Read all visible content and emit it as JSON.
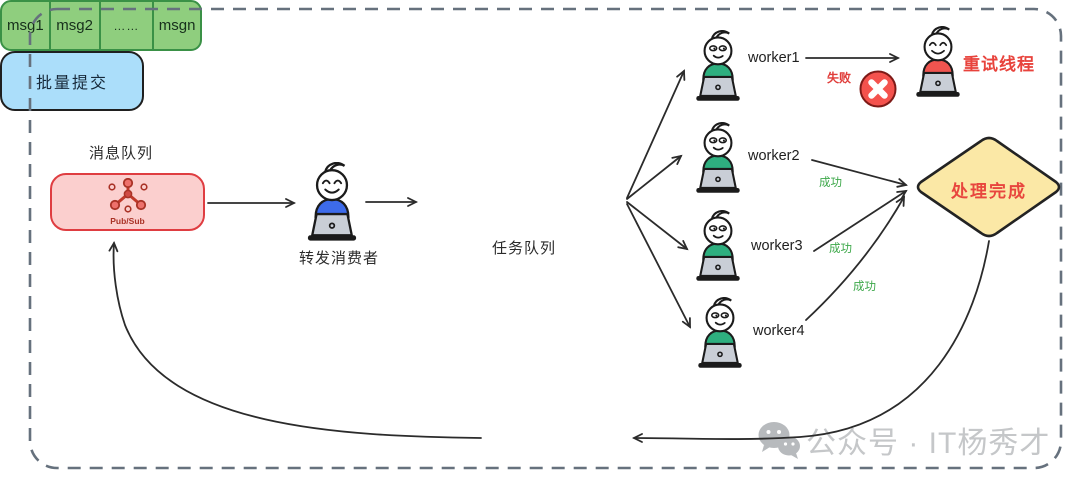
{
  "diagram": {
    "message_queue": {
      "title": "消息队列",
      "badge": "Pub/Sub"
    },
    "forward_consumer": {
      "label": "转发消费者"
    },
    "task_queue": {
      "label": "任务队列",
      "cells": [
        "msg1",
        "msg2",
        "……",
        "msgn"
      ]
    },
    "workers": [
      {
        "label": "worker1"
      },
      {
        "label": "worker2"
      },
      {
        "label": "worker3"
      },
      {
        "label": "worker4"
      }
    ],
    "fail": {
      "label": "失败"
    },
    "retry": {
      "label": "重试线程"
    },
    "success": [
      {
        "label": "成功"
      },
      {
        "label": "成功"
      },
      {
        "label": "成功"
      }
    ],
    "complete": {
      "label": "处理完成"
    },
    "batch_commit": {
      "label": "批量提交"
    },
    "watermark": {
      "label": "公众号 · IT杨秀才"
    }
  },
  "colors": {
    "message_queue_fill": "#FBCFCE",
    "message_queue_border": "#DF3D41",
    "task_queue_fill": "#8FCE7E",
    "task_queue_border": "#3A9146",
    "complete_fill": "#FBE8A6",
    "complete_text": "#E8463E",
    "batch_fill": "#ABDEFA",
    "fail_red": "#E03C39",
    "success_green": "#3DA84A",
    "worker_shirt": "#2EAF7F",
    "consumer_shirt": "#3D6BEA",
    "retry_shirt": "#F0544F"
  }
}
